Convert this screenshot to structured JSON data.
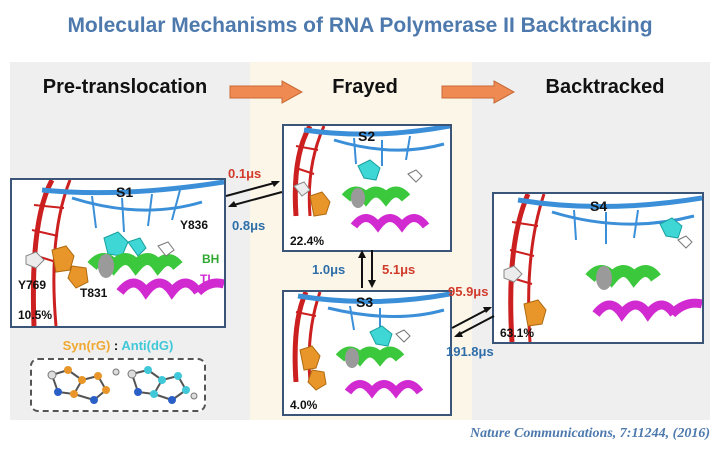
{
  "title": "Molecular Mechanisms of RNA Polymerase II Backtracking",
  "stages": [
    "Pre-translocation",
    "Frayed",
    "Backtracked"
  ],
  "panels": {
    "s1": {
      "label": "S1",
      "percent": "10.5%"
    },
    "s2": {
      "label": "S2",
      "percent": "22.4%"
    },
    "s3": {
      "label": "S3",
      "percent": "4.0%"
    },
    "s4": {
      "label": "S4",
      "percent": "63.1%"
    }
  },
  "residues": {
    "y836": "Y836",
    "y769": "Y769",
    "t831": "T831",
    "bh": "BH",
    "tl": "TL"
  },
  "rates": {
    "s1_to_s2": "0.1μs",
    "s2_to_s1": "0.8μs",
    "s2_to_s3": "5.1μs",
    "s3_to_s2": "1.0μs",
    "s3_to_s4": "95.9μs",
    "s4_to_s3": "191.8μs"
  },
  "legend": {
    "syn": "Syn(rG)",
    "colon": " : ",
    "anti": "Anti(dG)"
  },
  "citation": "Nature Communications, 7:11244, (2016)",
  "colors": {
    "title": "#4d79ad",
    "arrow_orange": "#ee8a52",
    "rate_red": "#d13b2b",
    "rate_blue": "#2e6ea8",
    "syn": "#f0a830",
    "anti": "#40c8d8"
  }
}
